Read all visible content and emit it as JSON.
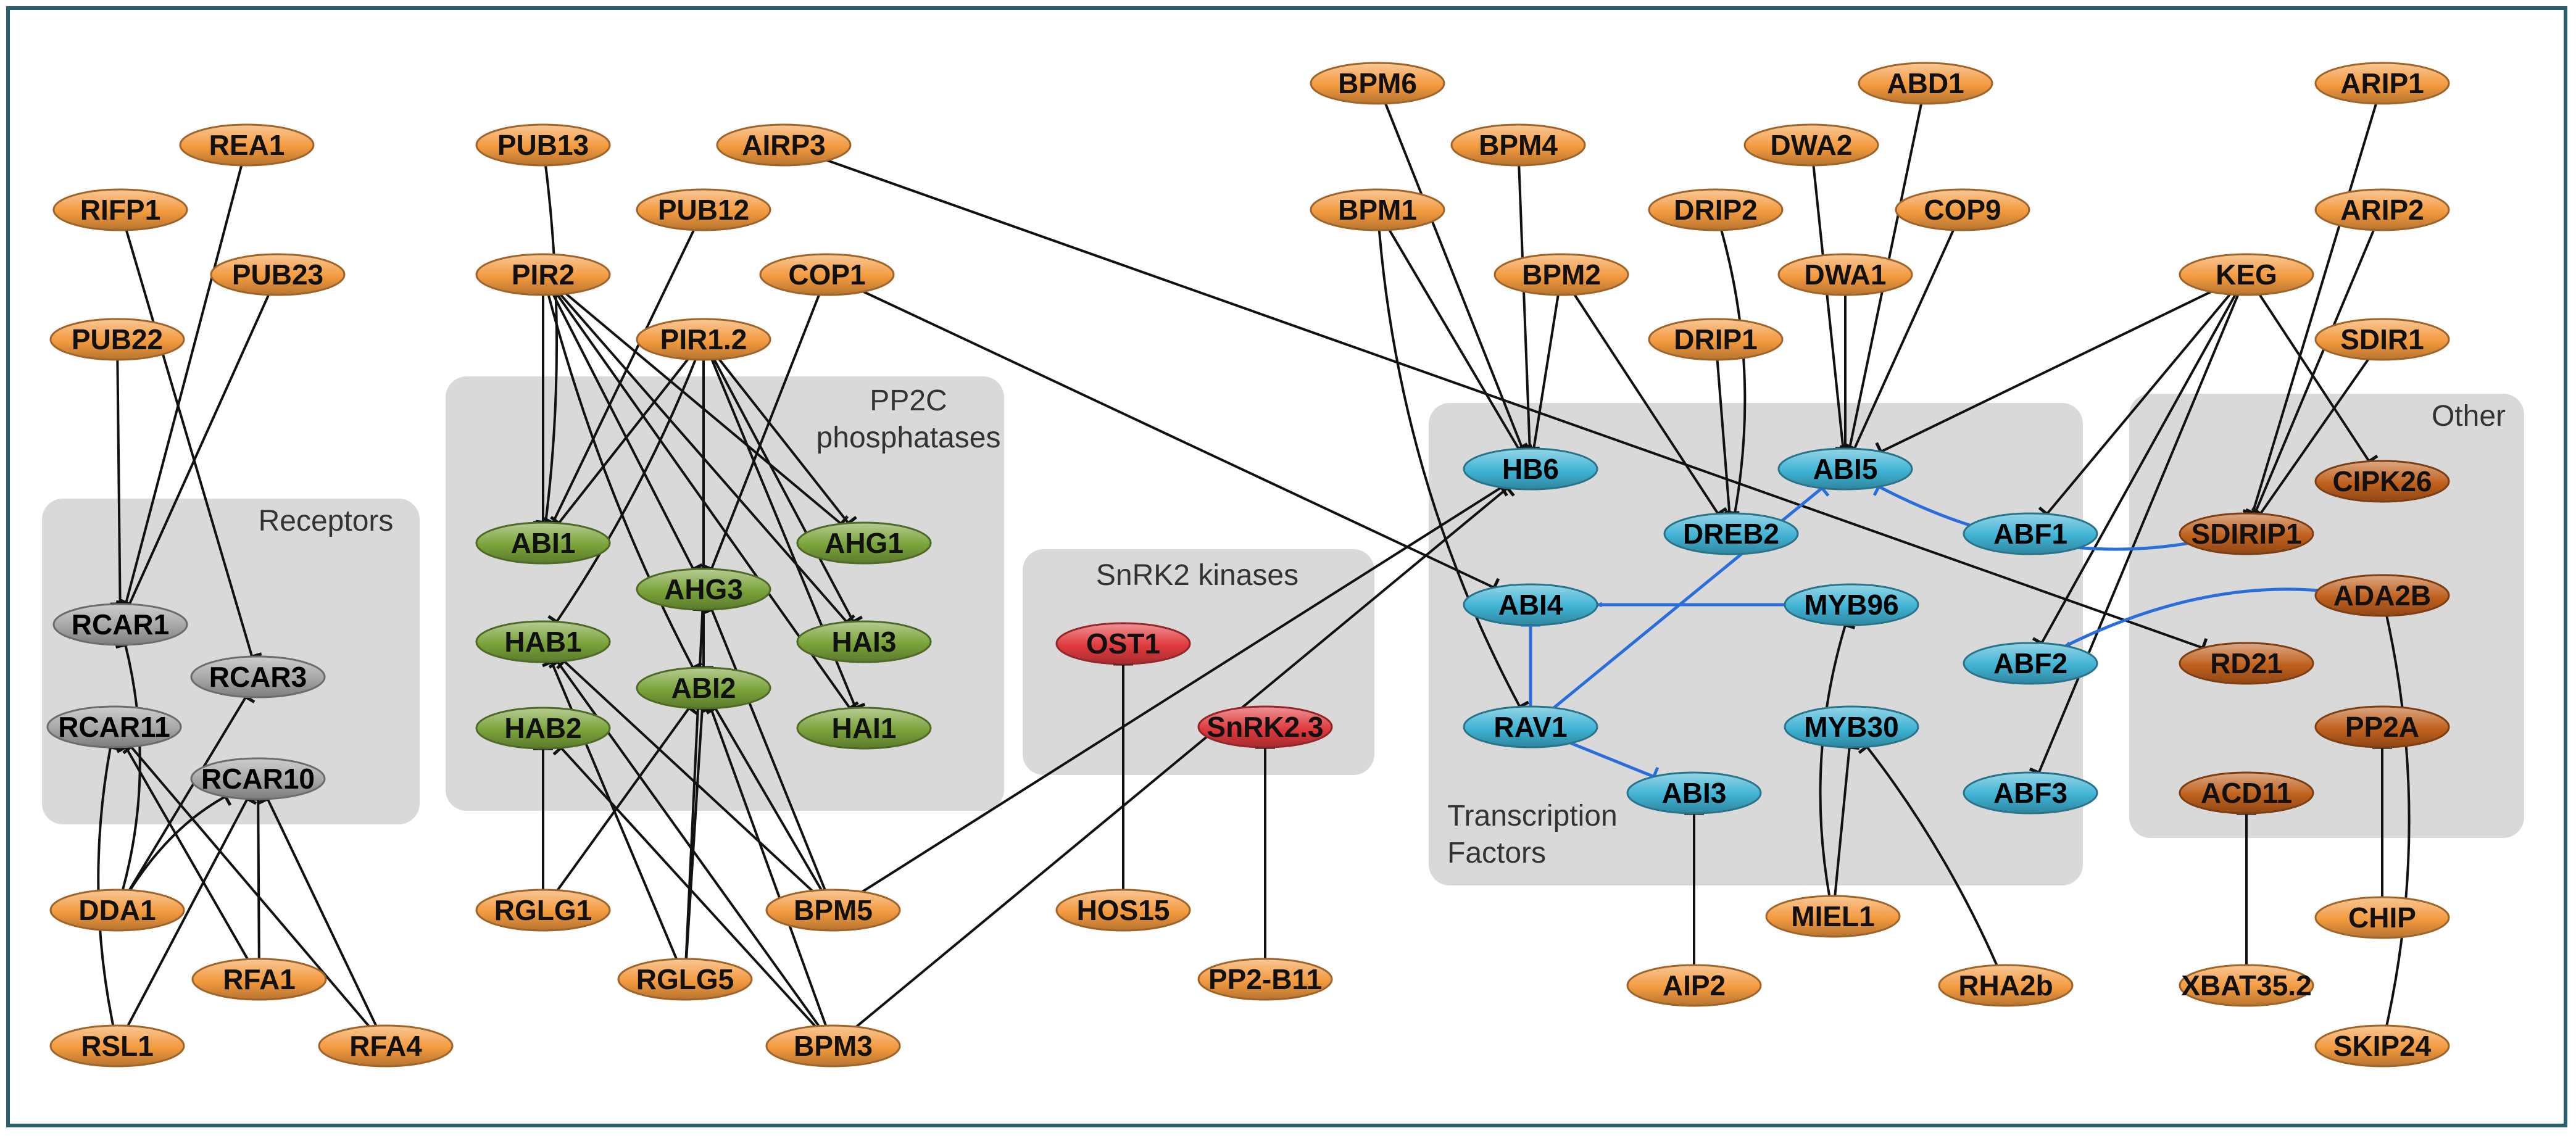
{
  "colors": {
    "orange": "#f39a3e",
    "green": "#7aa33a",
    "gray": "#a6a6a6",
    "red": "#e03a3e",
    "blue": "#3fb3d4",
    "brown": "#c0601d",
    "group_fill": "#d9d9d9",
    "edge": "#111111",
    "blue_edge": "#2a6edc",
    "frame": "#2b5f6e"
  },
  "groups": [
    {
      "id": "receptors",
      "label_lines": [
        "Receptors"
      ]
    },
    {
      "id": "pp2c",
      "label_lines": [
        "PP2C",
        "phosphatases"
      ]
    },
    {
      "id": "snrk2",
      "label_lines": [
        "SnRK2 kinases"
      ]
    },
    {
      "id": "tf",
      "label_lines": [
        "Transcription",
        "Factors"
      ]
    },
    {
      "id": "other",
      "label_lines": [
        "Other"
      ]
    }
  ],
  "nodes": [
    {
      "id": "REA1",
      "label": "REA1",
      "color": "orange"
    },
    {
      "id": "RIFP1",
      "label": "RIFP1",
      "color": "orange"
    },
    {
      "id": "PUB23",
      "label": "PUB23",
      "color": "orange"
    },
    {
      "id": "PUB22",
      "label": "PUB22",
      "color": "orange"
    },
    {
      "id": "RCAR1",
      "label": "RCAR1",
      "color": "gray"
    },
    {
      "id": "RCAR3",
      "label": "RCAR3",
      "color": "gray"
    },
    {
      "id": "RCAR11",
      "label": "RCAR11",
      "color": "gray"
    },
    {
      "id": "RCAR10",
      "label": "RCAR10",
      "color": "gray"
    },
    {
      "id": "DDA1",
      "label": "DDA1",
      "color": "orange"
    },
    {
      "id": "RFA1",
      "label": "RFA1",
      "color": "orange"
    },
    {
      "id": "RSL1",
      "label": "RSL1",
      "color": "orange"
    },
    {
      "id": "RFA4",
      "label": "RFA4",
      "color": "orange"
    },
    {
      "id": "PUB13",
      "label": "PUB13",
      "color": "orange"
    },
    {
      "id": "AIRP3",
      "label": "AIRP3",
      "color": "orange"
    },
    {
      "id": "PUB12",
      "label": "PUB12",
      "color": "orange"
    },
    {
      "id": "PIR2",
      "label": "PIR2",
      "color": "orange"
    },
    {
      "id": "COP1",
      "label": "COP1",
      "color": "orange"
    },
    {
      "id": "PIR12",
      "label": "PIR1.2",
      "color": "orange"
    },
    {
      "id": "ABI1",
      "label": "ABI1",
      "color": "green"
    },
    {
      "id": "AHG1",
      "label": "AHG1",
      "color": "green"
    },
    {
      "id": "AHG3",
      "label": "AHG3",
      "color": "green"
    },
    {
      "id": "HAB1",
      "label": "HAB1",
      "color": "green"
    },
    {
      "id": "HAI3",
      "label": "HAI3",
      "color": "green"
    },
    {
      "id": "ABI2",
      "label": "ABI2",
      "color": "green"
    },
    {
      "id": "HAB2",
      "label": "HAB2",
      "color": "green"
    },
    {
      "id": "HAI1",
      "label": "HAI1",
      "color": "green"
    },
    {
      "id": "RGLG1",
      "label": "RGLG1",
      "color": "orange"
    },
    {
      "id": "BPM5",
      "label": "BPM5",
      "color": "orange"
    },
    {
      "id": "RGLG5",
      "label": "RGLG5",
      "color": "orange"
    },
    {
      "id": "BPM3",
      "label": "BPM3",
      "color": "orange"
    },
    {
      "id": "OST1",
      "label": "OST1",
      "color": "red"
    },
    {
      "id": "SnRK23",
      "label": "SnRK2.3",
      "color": "red"
    },
    {
      "id": "HOS15",
      "label": "HOS15",
      "color": "orange"
    },
    {
      "id": "PP2B11",
      "label": "PP2-B11",
      "color": "orange"
    },
    {
      "id": "BPM6",
      "label": "BPM6",
      "color": "orange"
    },
    {
      "id": "BPM4",
      "label": "BPM4",
      "color": "orange"
    },
    {
      "id": "BPM1",
      "label": "BPM1",
      "color": "orange"
    },
    {
      "id": "BPM2",
      "label": "BPM2",
      "color": "orange"
    },
    {
      "id": "DRIP2",
      "label": "DRIP2",
      "color": "orange"
    },
    {
      "id": "DRIP1",
      "label": "DRIP1",
      "color": "orange"
    },
    {
      "id": "ABD1",
      "label": "ABD1",
      "color": "orange"
    },
    {
      "id": "DWA2",
      "label": "DWA2",
      "color": "orange"
    },
    {
      "id": "COP9",
      "label": "COP9",
      "color": "orange"
    },
    {
      "id": "DWA1",
      "label": "DWA1",
      "color": "orange"
    },
    {
      "id": "HB6",
      "label": "HB6",
      "color": "blue"
    },
    {
      "id": "ABI5",
      "label": "ABI5",
      "color": "blue"
    },
    {
      "id": "DREB2",
      "label": "DREB2",
      "color": "blue"
    },
    {
      "id": "ABF1",
      "label": "ABF1",
      "color": "blue"
    },
    {
      "id": "ABI4",
      "label": "ABI4",
      "color": "blue"
    },
    {
      "id": "MYB96",
      "label": "MYB96",
      "color": "blue"
    },
    {
      "id": "ABF2",
      "label": "ABF2",
      "color": "blue"
    },
    {
      "id": "RAV1",
      "label": "RAV1",
      "color": "blue"
    },
    {
      "id": "MYB30",
      "label": "MYB30",
      "color": "blue"
    },
    {
      "id": "ABI3",
      "label": "ABI3",
      "color": "blue"
    },
    {
      "id": "ABF3",
      "label": "ABF3",
      "color": "blue"
    },
    {
      "id": "AIP2",
      "label": "AIP2",
      "color": "orange"
    },
    {
      "id": "MIEL1",
      "label": "MIEL1",
      "color": "orange"
    },
    {
      "id": "RHA2b",
      "label": "RHA2b",
      "color": "orange"
    },
    {
      "id": "ARIP1",
      "label": "ARIP1",
      "color": "orange"
    },
    {
      "id": "ARIP2",
      "label": "ARIP2",
      "color": "orange"
    },
    {
      "id": "KEG",
      "label": "KEG",
      "color": "orange"
    },
    {
      "id": "SDIR1",
      "label": "SDIR1",
      "color": "orange"
    },
    {
      "id": "CIPK26",
      "label": "CIPK26",
      "color": "brown"
    },
    {
      "id": "SDIRIP1",
      "label": "SDIRIP1",
      "color": "brown"
    },
    {
      "id": "ADA2B",
      "label": "ADA2B",
      "color": "brown"
    },
    {
      "id": "RD21",
      "label": "RD21",
      "color": "brown"
    },
    {
      "id": "PP2A",
      "label": "PP2A",
      "color": "brown"
    },
    {
      "id": "ACD11",
      "label": "ACD11",
      "color": "brown"
    },
    {
      "id": "CHIP",
      "label": "CHIP",
      "color": "orange"
    },
    {
      "id": "XBAT352",
      "label": "XBAT35.2",
      "color": "orange"
    },
    {
      "id": "SKIP24",
      "label": "SKIP24",
      "color": "orange"
    }
  ],
  "edges": [
    {
      "from": "REA1",
      "to": "RCAR1",
      "type": "inhibit"
    },
    {
      "from": "RIFP1",
      "to": "RCAR3",
      "type": "inhibit"
    },
    {
      "from": "PUB23",
      "to": "RCAR1",
      "type": "inhibit"
    },
    {
      "from": "PUB22",
      "to": "RCAR1",
      "type": "inhibit"
    },
    {
      "from": "DDA1",
      "to": "RCAR1",
      "type": "inhibit"
    },
    {
      "from": "DDA1",
      "to": "RCAR3",
      "type": "inhibit"
    },
    {
      "from": "DDA1",
      "to": "RCAR10",
      "type": "inhibit"
    },
    {
      "from": "RSL1",
      "to": "RCAR11",
      "type": "inhibit"
    },
    {
      "from": "RSL1",
      "to": "RCAR10",
      "type": "inhibit"
    },
    {
      "from": "RFA1",
      "to": "RCAR11",
      "type": "inhibit"
    },
    {
      "from": "RFA1",
      "to": "RCAR10",
      "type": "inhibit"
    },
    {
      "from": "RFA4",
      "to": "RCAR11",
      "type": "inhibit"
    },
    {
      "from": "RFA4",
      "to": "RCAR10",
      "type": "inhibit"
    },
    {
      "from": "PUB13",
      "to": "ABI1",
      "type": "inhibit"
    },
    {
      "from": "PUB12",
      "to": "ABI1",
      "type": "inhibit"
    },
    {
      "from": "PIR2",
      "to": "ABI1",
      "type": "inhibit"
    },
    {
      "from": "PIR2",
      "to": "AHG3",
      "type": "inhibit"
    },
    {
      "from": "PIR2",
      "to": "AHG1",
      "type": "inhibit"
    },
    {
      "from": "PIR2",
      "to": "HAI3",
      "type": "inhibit"
    },
    {
      "from": "PIR2",
      "to": "HAI1",
      "type": "inhibit"
    },
    {
      "from": "PIR2",
      "to": "ABI2",
      "type": "inhibit"
    },
    {
      "from": "PIR12",
      "to": "ABI1",
      "type": "inhibit"
    },
    {
      "from": "PIR12",
      "to": "AHG3",
      "type": "inhibit"
    },
    {
      "from": "PIR12",
      "to": "AHG1",
      "type": "inhibit"
    },
    {
      "from": "PIR12",
      "to": "HAI3",
      "type": "inhibit"
    },
    {
      "from": "PIR12",
      "to": "HAI1",
      "type": "inhibit"
    },
    {
      "from": "PIR12",
      "to": "HAB1",
      "type": "inhibit"
    },
    {
      "from": "PIR12",
      "to": "ABI2",
      "type": "inhibit"
    },
    {
      "from": "COP1",
      "to": "AHG3",
      "type": "inhibit"
    },
    {
      "from": "COP1",
      "to": "ABI4",
      "type": "inhibit"
    },
    {
      "from": "AIRP3",
      "to": "RD21",
      "type": "inhibit"
    },
    {
      "from": "RGLG1",
      "to": "HAB2",
      "type": "inhibit"
    },
    {
      "from": "RGLG1",
      "to": "ABI2",
      "type": "inhibit"
    },
    {
      "from": "RGLG5",
      "to": "ABI2",
      "type": "inhibit"
    },
    {
      "from": "RGLG5",
      "to": "AHG3",
      "type": "inhibit"
    },
    {
      "from": "RGLG5",
      "to": "HAB1",
      "type": "inhibit"
    },
    {
      "from": "BPM5",
      "to": "ABI2",
      "type": "inhibit"
    },
    {
      "from": "BPM5",
      "to": "HAB1",
      "type": "inhibit"
    },
    {
      "from": "BPM5",
      "to": "AHG3",
      "type": "inhibit"
    },
    {
      "from": "BPM5",
      "to": "HB6",
      "type": "inhibit"
    },
    {
      "from": "BPM3",
      "to": "ABI2",
      "type": "inhibit"
    },
    {
      "from": "BPM3",
      "to": "HAB2",
      "type": "inhibit"
    },
    {
      "from": "BPM3",
      "to": "HAB1",
      "type": "inhibit"
    },
    {
      "from": "BPM3",
      "to": "HB6",
      "type": "inhibit"
    },
    {
      "from": "HOS15",
      "to": "OST1",
      "type": "inhibit"
    },
    {
      "from": "PP2B11",
      "to": "SnRK23",
      "type": "inhibit"
    },
    {
      "from": "BPM6",
      "to": "HB6",
      "type": "inhibit"
    },
    {
      "from": "BPM4",
      "to": "HB6",
      "type": "inhibit"
    },
    {
      "from": "BPM1",
      "to": "HB6",
      "type": "inhibit"
    },
    {
      "from": "BPM1",
      "to": "RAV1",
      "type": "inhibit"
    },
    {
      "from": "BPM2",
      "to": "HB6",
      "type": "inhibit"
    },
    {
      "from": "BPM2",
      "to": "DREB2",
      "type": "inhibit"
    },
    {
      "from": "DRIP2",
      "to": "DREB2",
      "type": "inhibit"
    },
    {
      "from": "DRIP1",
      "to": "DREB2",
      "type": "inhibit"
    },
    {
      "from": "ABD1",
      "to": "ABI5",
      "type": "inhibit"
    },
    {
      "from": "DWA2",
      "to": "ABI5",
      "type": "inhibit"
    },
    {
      "from": "COP9",
      "to": "ABI5",
      "type": "inhibit"
    },
    {
      "from": "DWA1",
      "to": "ABI5",
      "type": "inhibit"
    },
    {
      "from": "KEG",
      "to": "ABI5",
      "type": "inhibit"
    },
    {
      "from": "KEG",
      "to": "ABF1",
      "type": "inhibit"
    },
    {
      "from": "KEG",
      "to": "ABF2",
      "type": "inhibit"
    },
    {
      "from": "KEG",
      "to": "ABF3",
      "type": "inhibit"
    },
    {
      "from": "KEG",
      "to": "CIPK26",
      "type": "inhibit"
    },
    {
      "from": "ARIP1",
      "to": "SDIRIP1",
      "type": "inhibit"
    },
    {
      "from": "ARIP2",
      "to": "SDIRIP1",
      "type": "inhibit"
    },
    {
      "from": "SDIR1",
      "to": "SDIRIP1",
      "type": "inhibit"
    },
    {
      "from": "MIEL1",
      "to": "MYB96",
      "type": "inhibit"
    },
    {
      "from": "MIEL1",
      "to": "MYB30",
      "type": "inhibit"
    },
    {
      "from": "RHA2b",
      "to": "MYB30",
      "type": "inhibit"
    },
    {
      "from": "AIP2",
      "to": "ABI3",
      "type": "inhibit"
    },
    {
      "from": "XBAT352",
      "to": "ACD11",
      "type": "inhibit"
    },
    {
      "from": "CHIP",
      "to": "PP2A",
      "type": "inhibit"
    },
    {
      "from": "SKIP24",
      "to": "ADA2B",
      "type": "plain"
    },
    {
      "from": "MYB96",
      "to": "ABI4",
      "type": "activate"
    },
    {
      "from": "RAV1",
      "to": "ABI4",
      "type": "inhibit_blue"
    },
    {
      "from": "RAV1",
      "to": "ABI3",
      "type": "inhibit_blue"
    },
    {
      "from": "RAV1",
      "to": "ABI5",
      "type": "inhibit_blue"
    },
    {
      "from": "SDIRIP1",
      "to": "ABI5",
      "type": "inhibit_blue"
    },
    {
      "from": "ADA2B",
      "to": "ABF2",
      "type": "activate"
    }
  ]
}
